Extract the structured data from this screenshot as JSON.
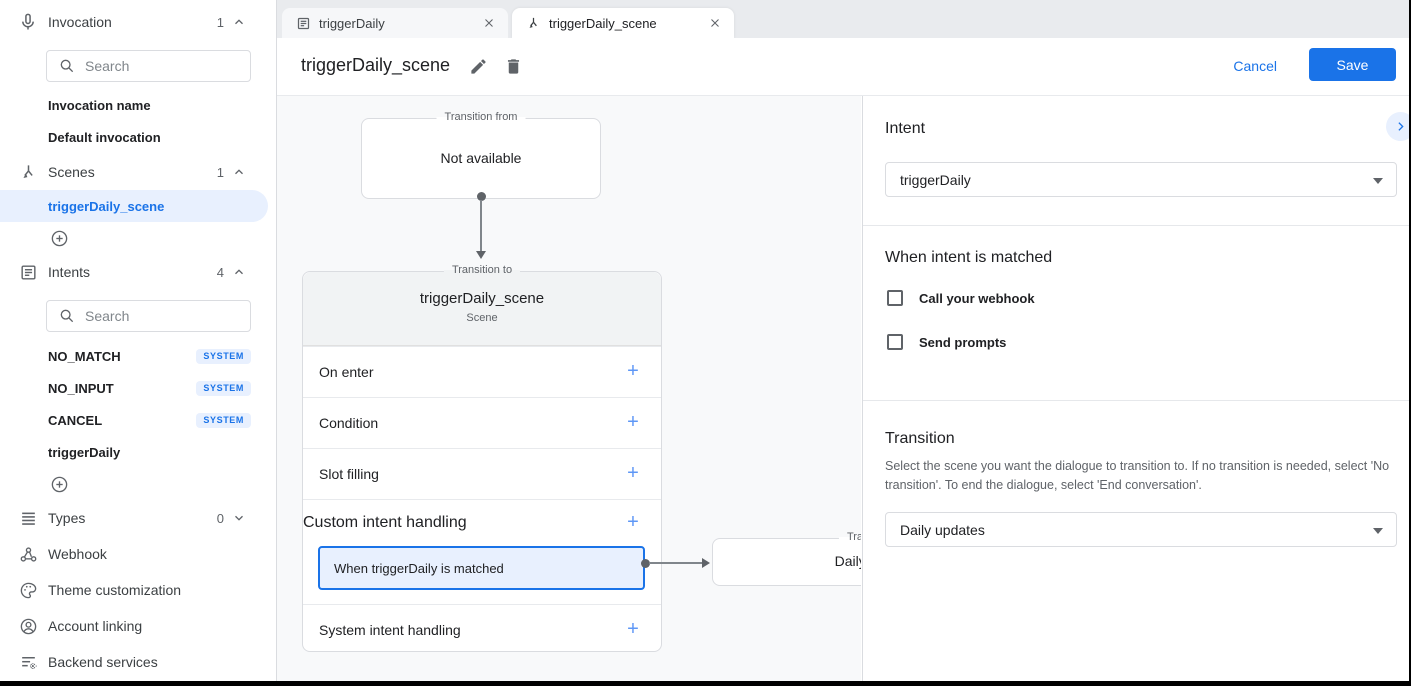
{
  "sidebar": {
    "invocation": {
      "label": "Invocation",
      "count": "1",
      "search_placeholder": "Search",
      "items": [
        "Invocation name",
        "Default invocation"
      ]
    },
    "scenes": {
      "label": "Scenes",
      "count": "1",
      "selected_item": "triggerDaily_scene"
    },
    "intents": {
      "label": "Intents",
      "count": "4",
      "search_placeholder": "Search",
      "items": [
        {
          "label": "NO_MATCH",
          "badge": "SYSTEM"
        },
        {
          "label": "NO_INPUT",
          "badge": "SYSTEM"
        },
        {
          "label": "CANCEL",
          "badge": "SYSTEM"
        },
        {
          "label": "triggerDaily"
        }
      ]
    },
    "types": {
      "label": "Types",
      "count": "0"
    },
    "links": [
      "Webhook",
      "Theme customization",
      "Account linking",
      "Backend services"
    ]
  },
  "tabs": [
    {
      "label": "triggerDaily"
    },
    {
      "label": "triggerDaily_scene"
    }
  ],
  "header": {
    "title": "triggerDaily_scene",
    "cancel_label": "Cancel",
    "save_label": "Save"
  },
  "canvas": {
    "transition_from": {
      "legend": "Transition from",
      "text": "Not available"
    },
    "scene": {
      "legend": "Transition to",
      "title": "triggerDaily_scene",
      "subtitle": "Scene",
      "rows": [
        "On enter",
        "Condition",
        "Slot filling",
        "Custom intent handling",
        "System intent handling"
      ],
      "handler": "When triggerDaily is matched"
    },
    "target": {
      "legend": "Transition to",
      "text": "Daily updates"
    }
  },
  "panel": {
    "intent": {
      "heading": "Intent",
      "value": "triggerDaily"
    },
    "matched": {
      "heading": "When intent is matched",
      "checkboxes": [
        "Call your webhook",
        "Send prompts"
      ]
    },
    "transition": {
      "heading": "Transition",
      "description": "Select the scene you want the dialogue to transition to. If no transition is needed, select 'No transition'. To end the dialogue, select 'End conversation'.",
      "value": "Daily updates"
    }
  },
  "colors": {
    "accent": "#1a73e8",
    "accent_light": "#e8f0fe",
    "canvas_bg": "#f8f9fa"
  }
}
